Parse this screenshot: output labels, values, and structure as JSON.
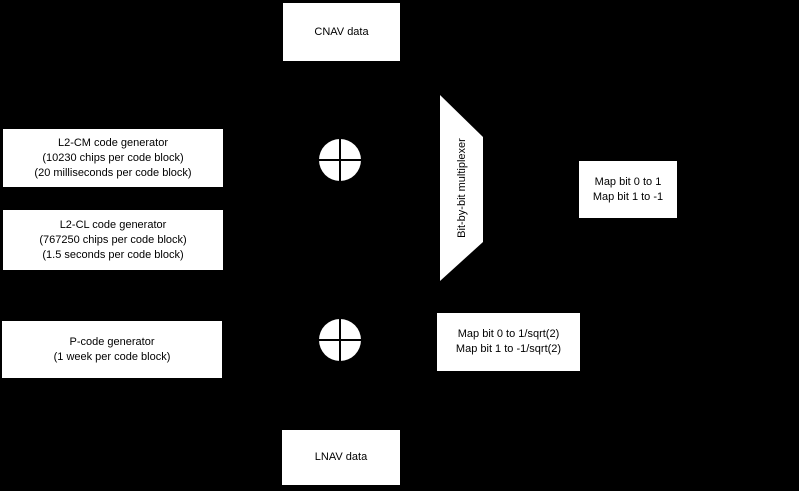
{
  "colors": {
    "background": "#000000",
    "node_fill": "#ffffff",
    "node_text": "#000000"
  },
  "nodes": {
    "cnav": "CNAV data",
    "l2cm": "L2-CM code generator\n(10230 chips per code block)\n(20 milliseconds per code block)",
    "l2cl": "L2-CL code generator\n(767250 chips per code block)\n(1.5 seconds per code block)",
    "pcode": "P-code generator\n(1 week per code block)",
    "mux": "Bit-by-bit multiplexer",
    "map_upper": "Map bit 0 to 1\nMap bit 1 to -1",
    "map_lower": "Map bit 0 to 1/sqrt(2)\nMap bit 1 to -1/sqrt(2)",
    "lnav": "LNAV data"
  },
  "icons": {
    "xor_upper": "circle-plus-adder",
    "xor_lower": "circle-plus-adder",
    "mux_shape": "right-facing-trapezoid"
  }
}
